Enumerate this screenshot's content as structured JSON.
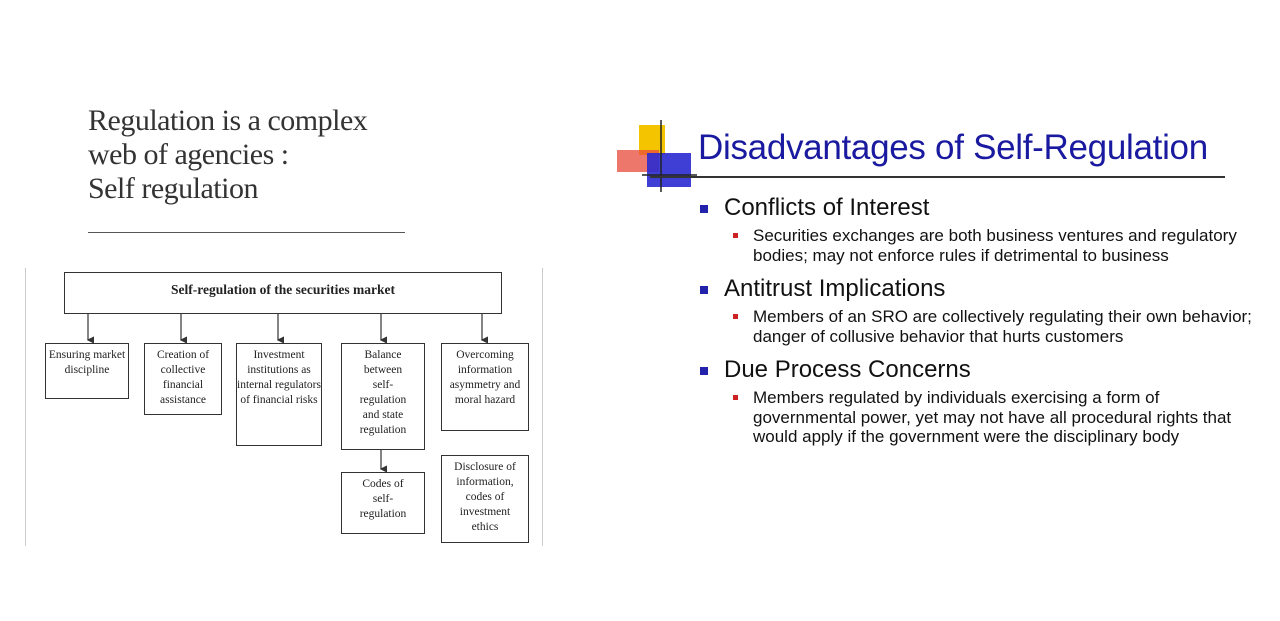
{
  "left": {
    "title_lines": [
      "Regulation is a complex",
      "web of agencies :",
      "Self regulation"
    ]
  },
  "diagram": {
    "top": "Self-regulation of the securities market",
    "boxes": [
      "Ensuring market discipline",
      "Creation of collective financial assistance",
      "Investment institutions as internal regulators of financial risks",
      "Balance between self-regulation and state regulation",
      "Overcoming information asymmetry and moral hazard"
    ],
    "sub_boxes": [
      "Codes of self-regulation",
      "Disclosure of information, codes of investment ethics"
    ]
  },
  "slide": {
    "title": "Disadvantages of Self-Regulation",
    "accent_colors": {
      "title": "#1a1aa0",
      "bullet1": "#2222aa",
      "bullet2": "#cc2222",
      "deco_yellow": "#f5c400",
      "deco_red": "#e84a3a",
      "deco_blue": "#2a2ad0"
    },
    "points": [
      {
        "heading": "Conflicts of Interest",
        "detail": "Securities exchanges are both business ventures and regulatory bodies; may not enforce rules if detrimental to business"
      },
      {
        "heading": "Antitrust Implications",
        "detail": "Members of an SRO are collectively regulating their own behavior; danger of collusive behavior that hurts customers"
      },
      {
        "heading": "Due Process Concerns",
        "detail": "Members regulated by individuals exercising a form of governmental power, yet may not have all procedural rights that would apply if the government were the disciplinary body"
      }
    ]
  }
}
